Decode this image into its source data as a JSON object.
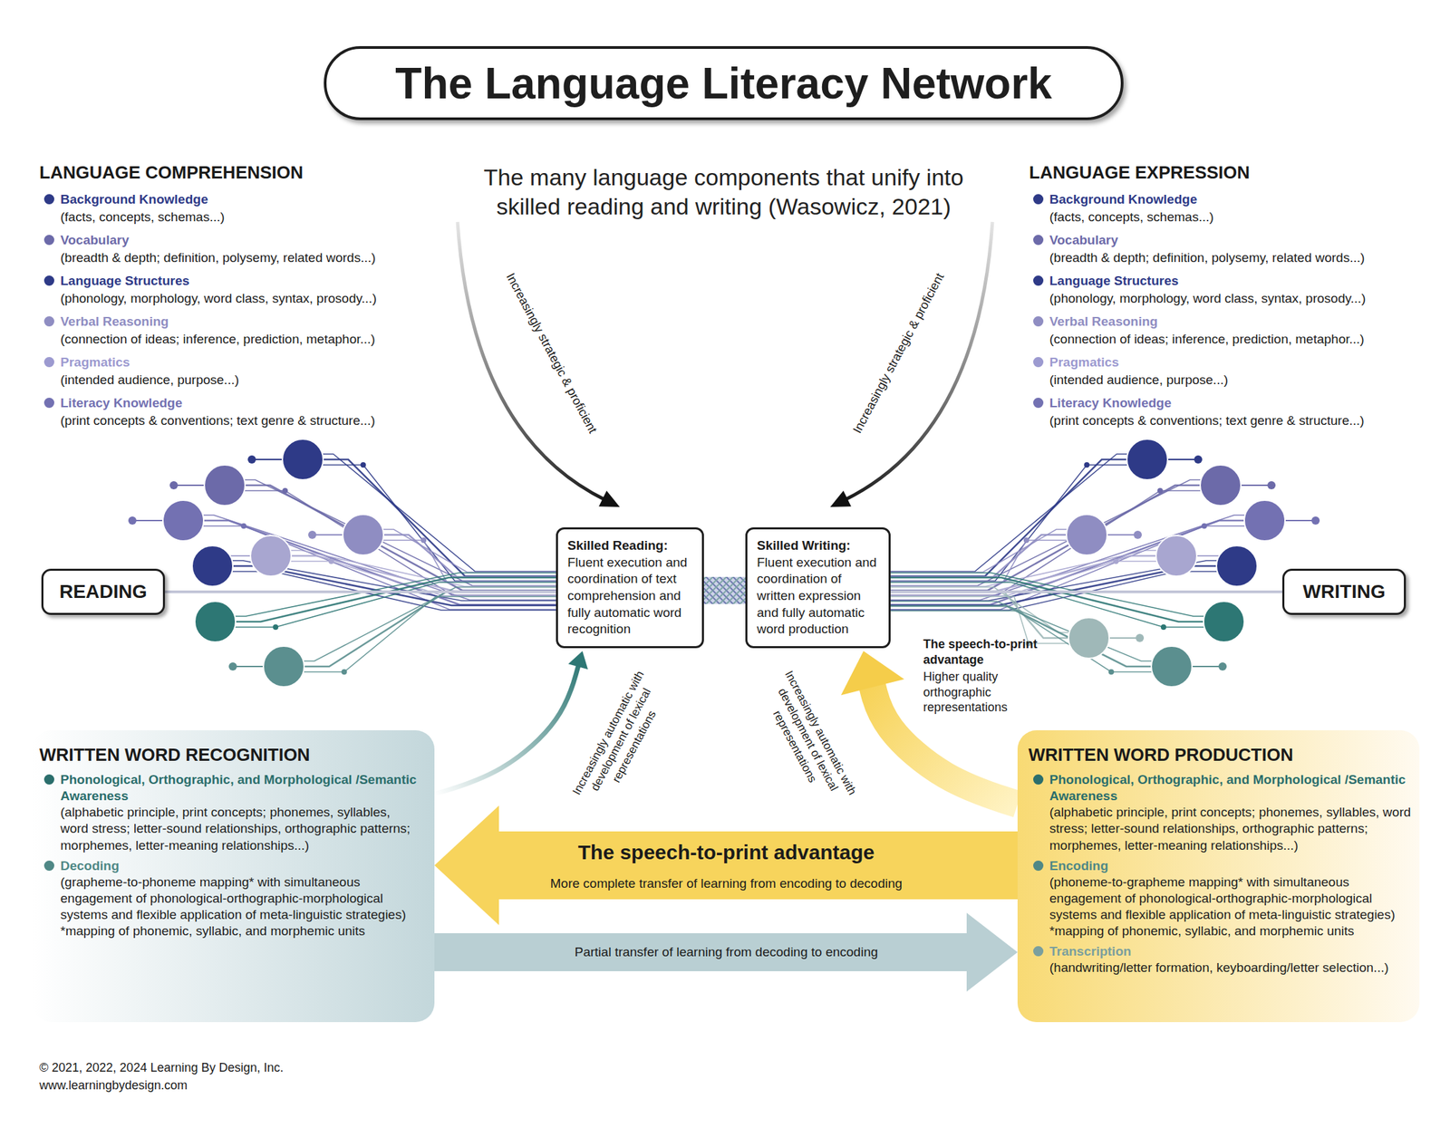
{
  "diagram": {
    "title": "The Language Literacy Network",
    "nodes": [
      {
        "text": [
          "READING"
        ]
      },
      {
        "text": [
          "Skilled Reading:",
          "Fluent execution and coordination of text comprehension and fully automatic word recognition"
        ]
      },
      {
        "text": [
          "Skilled Writing:",
          "Fluent execution and coordination of written expression and fully automatic word production"
        ]
      },
      {
        "text": [
          "WRITING"
        ]
      },
      {
        "text": [
          "WRITTEN WORD RECOGNITION",
          "Phonological, Orthographic, and Morphological /Semantic Awareness",
          "(alphabetic principle, print concepts; phonemes, syllables, word stress; letter-sound relationships, orthographic patterns; morphemes, letter-meaning relationships...)",
          "Decoding",
          "(grapheme-to-phoneme mapping* with simultaneous engagement of phonological-orthographic-morphological systems and flexible application of meta-linguistic strategies)",
          "*mapping of phonemic, syllabic, and morphemic units"
        ]
      },
      {
        "text": [
          "WRITTEN WORD PRODUCTION",
          "Phonological, Orthographic, and Morphological /Semantic Awareness",
          "(alphabetic principle, print concepts; phonemes, syllables, word stress; letter-sound relationships, orthographic patterns; morphemes, letter-meaning relationships...)",
          "Encoding",
          "(phoneme-to-grapheme mapping* with simultaneous engagement of phonological-orthographic-morphological systems and flexible application of meta-linguistic strategies)",
          "*mapping of phonemic, syllabic, and morphemic units",
          "Transcription",
          "(handwriting/letter formation, keyboarding/letter selection...)"
        ]
      }
    ],
    "edges": [
      {
        "from": 0,
        "to": 1,
        "arrow": "none"
      },
      {
        "from": 1,
        "to": 2,
        "arrow": "none"
      },
      {
        "from": 3,
        "to": 2,
        "arrow": "none"
      },
      {
        "from": 4,
        "to": 1,
        "arrow": "to",
        "label": "Increasingly automatic with development of lexical representations"
      },
      {
        "from": 5,
        "to": 2,
        "arrow": "to",
        "label": "Increasingly automatic with development of lexical representations"
      },
      {
        "from": 5,
        "to": 4,
        "arrow": "to",
        "label": "The speech-to-print advantage"
      },
      {
        "from": 4,
        "to": 5,
        "arrow": "to",
        "label": "Partial transfer of learning from decoding to encoding"
      }
    ],
    "labels": [
      "LANGUAGE COMPREHENSION",
      "Background Knowledge",
      "(facts, concepts, schemas...)",
      "Vocabulary",
      "(breadth & depth; definition, polysemy, related words...)",
      "Language Structures",
      "(phonology, morphology, word class, syntax, prosody...)",
      "Verbal Reasoning",
      "(connection of ideas; inference, prediction, metaphor...)",
      "Pragmatics",
      "(intended audience, purpose...)",
      "Literacy Knowledge",
      "(print concepts & conventions; text genre & structure...)",
      "LANGUAGE EXPRESSION",
      "Background Knowledge",
      "(facts, concepts, schemas...)",
      "Vocabulary",
      "(breadth & depth; definition, polysemy, related words...)",
      "Language Structures",
      "(phonology, morphology, word class, syntax, prosody...)",
      "Verbal Reasoning",
      "(connection of ideas; inference, prediction, metaphor...)",
      "Pragmatics",
      "(intended audience, purpose...)",
      "Literacy Knowledge",
      "(print concepts & conventions; text genre & structure...)",
      "The many language components that unify into skilled reading and writing (Wasowicz, 2021)",
      "Increasingly strategic & proficient",
      "Increasingly strategic & proficient",
      "The speech-to-print advantage",
      "Higher quality orthographic representations",
      "More complete transfer of learning from encoding to decoding",
      "© 2021, 2022, 2024 Learning By Design, Inc.",
      "www.learningbydesign.com"
    ]
  }
}
